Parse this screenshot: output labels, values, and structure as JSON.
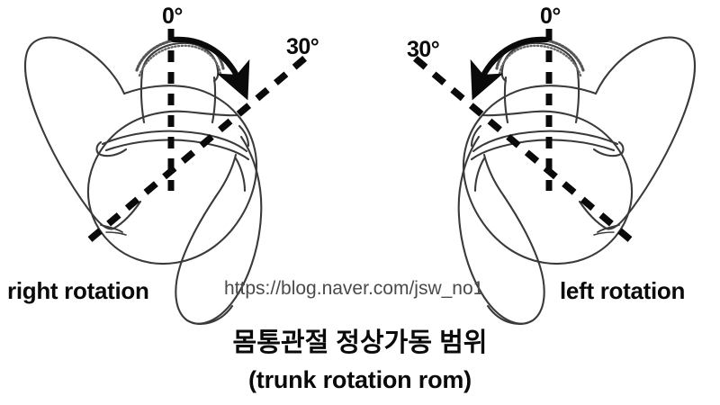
{
  "page": {
    "background_color": "#ffffff",
    "ink_color": "#0a0a0a",
    "outline_color": "#3a3a3a",
    "watermark_color": "#4a4a4a"
  },
  "left_panel": {
    "name": "right-rotation-figure",
    "zero_label": "0°",
    "angle_label": "30°",
    "rotation_label": "right rotation"
  },
  "right_panel": {
    "name": "left-rotation-figure",
    "zero_label": "0°",
    "angle_label": "30°",
    "rotation_label": "left rotation"
  },
  "watermark": {
    "url": "https://blog.naver.com/jsw_no1"
  },
  "caption": {
    "korean": "몸통관절 정상가동 범위",
    "english": "(trunk rotation rom)"
  },
  "diagram": {
    "type": "anatomical-range-of-motion",
    "view": "transverse / top-down of trunk",
    "neutral_angle_deg": 0,
    "rotation_angle_deg": 30,
    "directions": [
      "right",
      "left"
    ]
  }
}
